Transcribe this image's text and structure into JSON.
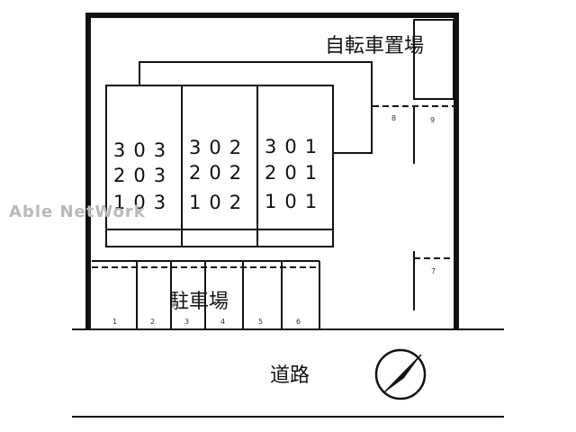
{
  "watermark": "Able NetWork",
  "labels": {
    "bicycle_parking": "自転車置場",
    "parking_lot": "駐車場",
    "road": "道路"
  },
  "building": {
    "columns": [
      {
        "units": [
          "303",
          "203",
          "103"
        ]
      },
      {
        "units": [
          "302",
          "202",
          "102"
        ]
      },
      {
        "units": [
          "301",
          "201",
          "101"
        ]
      }
    ]
  },
  "parking_spaces": [
    "1",
    "2",
    "3",
    "4",
    "5",
    "6",
    "7",
    "8",
    "9"
  ],
  "icons": {
    "compass": "north-arrow-icon"
  },
  "colors": {
    "line": "#111111",
    "watermark": "#b9b9b9"
  }
}
